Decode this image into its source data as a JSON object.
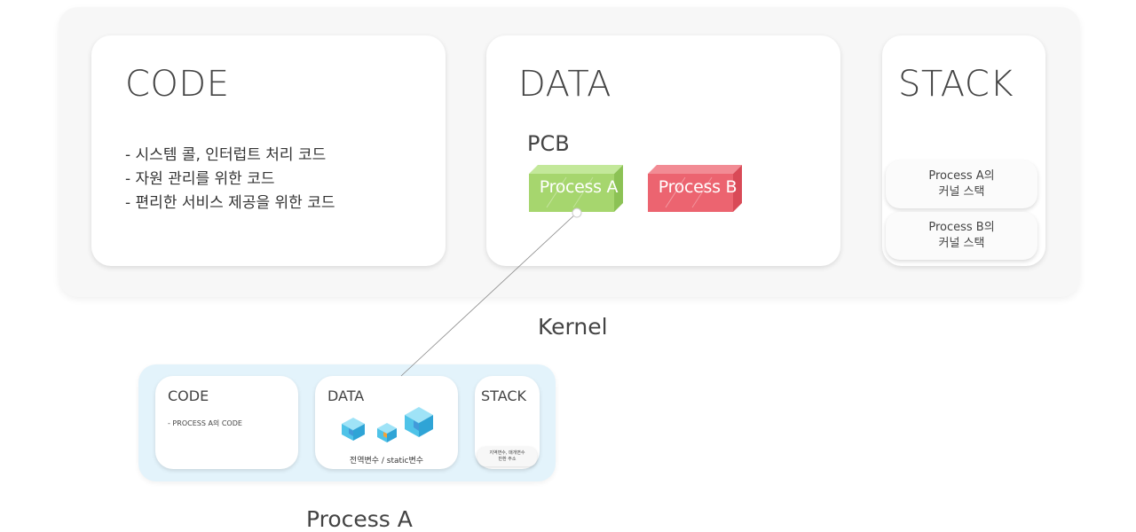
{
  "kernel": {
    "label": "Kernel",
    "code": {
      "title": "CODE",
      "items": [
        "- 시스템 콜, 인터럽트 처리 코드",
        "- 자원 관리를 위한 코드",
        "- 편리한 서비스 제공을 위한 코드"
      ]
    },
    "data": {
      "title": "DATA",
      "pcb_label": "PCB",
      "pcbs": [
        {
          "label": "Process A",
          "color": "#a6d66e"
        },
        {
          "label": "Process B",
          "color": "#ec6470"
        }
      ]
    },
    "stack": {
      "title": "STACK",
      "items": [
        {
          "line1": "Process A의",
          "line2": "커널 스택"
        },
        {
          "line1": "Process B의",
          "line2": "커널 스택"
        }
      ]
    }
  },
  "process": {
    "label": "Process A",
    "code": {
      "title": "CODE",
      "item": "- PROCESS A의 CODE"
    },
    "data": {
      "title": "DATA",
      "caption": "전역변수 / static변수"
    },
    "stack": {
      "title": "STACK",
      "item_line1": "지역변수, 매개변수",
      "item_line2": "반환 주소"
    }
  },
  "colors": {
    "kernel_bg": "#f7f7f7",
    "process_bg": "#e3f3fb",
    "pcb_a": "#a6d66e",
    "pcb_b": "#ec6470",
    "cube": "#4fc3e8"
  }
}
